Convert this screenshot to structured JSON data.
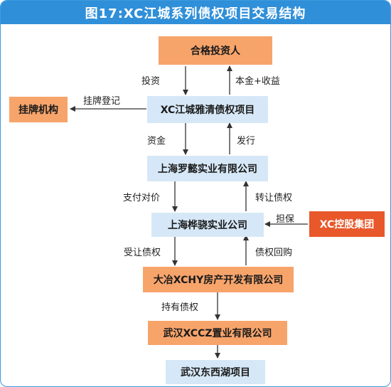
{
  "title": "图17:XC江城系列债权项目交易结构",
  "nodes": {
    "investors": "合格投资人",
    "project": "XC江城雅清债权项目",
    "listing_agency": "挂牌机构",
    "luoyi": "上海罗懿实业有限公司",
    "huaxiao": "上海桦骁实业公司",
    "group": "XC控股集团",
    "daye": "大冶XCHY房产开发有限公司",
    "wuhan_property": "武汉XCCZ置业有限公司",
    "lake_project": "武汉东西湖项目"
  },
  "edges": {
    "invest": "投资",
    "principal_return": "本金+收益",
    "listing_register": "挂牌登记",
    "funds": "资金",
    "issue": "发行",
    "pay_consideration": "支付对价",
    "transfer_claims": "转让债权",
    "guarantee": "担保",
    "receive_claims": "受让债权",
    "repurchase_claims": "债权回购",
    "hold_claims": "持有债权"
  },
  "colors": {
    "header": "#2f8fd9",
    "orange_box": "#f7a46b",
    "blue_box": "#d6e8f7",
    "red_box": "#e8582a",
    "arrow": "#333333"
  }
}
